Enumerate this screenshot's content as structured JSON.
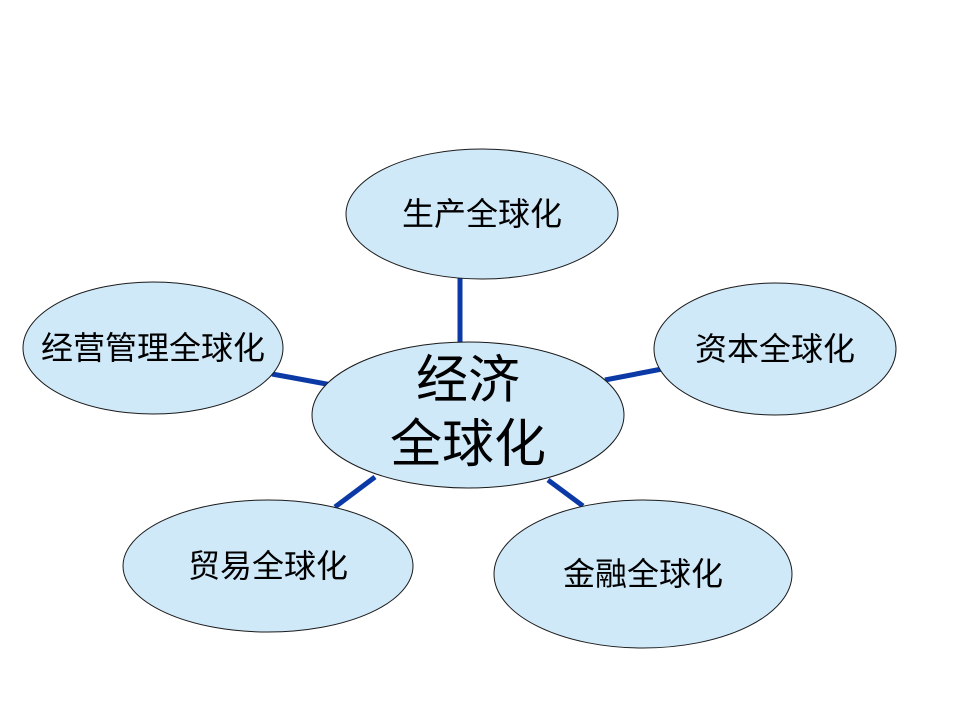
{
  "diagram": {
    "center": {
      "line1": "经济",
      "line2": "全球化"
    },
    "nodes": {
      "production": "生产全球化",
      "capital": "资本全球化",
      "finance": "金融全球化",
      "trade": "贸易全球化",
      "management": "经营管理全球化"
    }
  },
  "colors": {
    "node_fill": "#cfe9f9",
    "connector": "#0b3aa6",
    "outline": "#1a1a1a"
  }
}
